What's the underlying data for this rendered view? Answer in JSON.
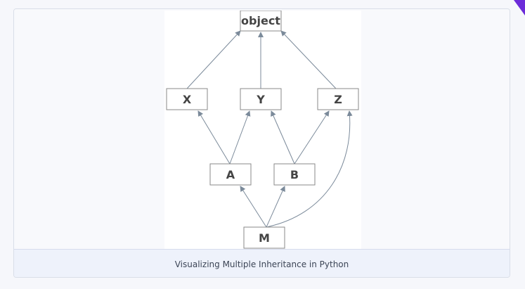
{
  "figure": {
    "caption": "Visualizing Multiple Inheritance in Python",
    "accent_color": "#6c2bd9"
  },
  "diagram": {
    "nodes": {
      "object": "object",
      "x": "X",
      "y": "Y",
      "z": "Z",
      "a": "A",
      "b": "B",
      "m": "M"
    },
    "edges": [
      {
        "from": "X",
        "to": "object"
      },
      {
        "from": "Y",
        "to": "object"
      },
      {
        "from": "Z",
        "to": "object"
      },
      {
        "from": "A",
        "to": "X"
      },
      {
        "from": "A",
        "to": "Y"
      },
      {
        "from": "B",
        "to": "Y"
      },
      {
        "from": "B",
        "to": "Z"
      },
      {
        "from": "M",
        "to": "A"
      },
      {
        "from": "M",
        "to": "B"
      },
      {
        "from": "M",
        "to": "Z"
      }
    ],
    "colors": {
      "box_border": "#8a8a8a",
      "arrow": "#7b8a9a",
      "text": "#444444"
    }
  }
}
